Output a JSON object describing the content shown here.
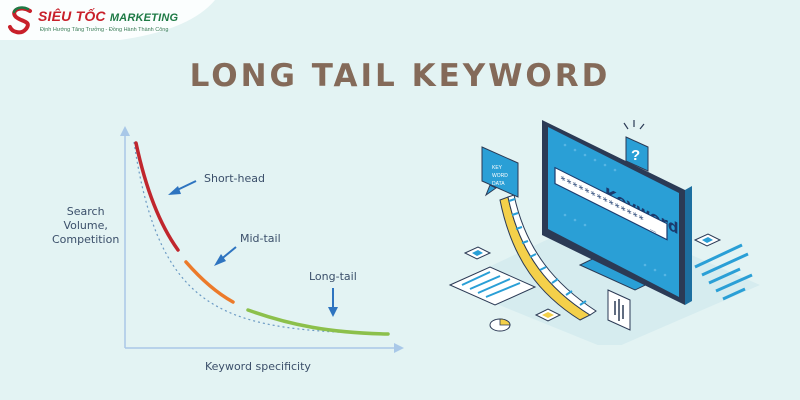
{
  "logo": {
    "brand_part1": "SIÊU TỐC",
    "brand_part2": "MARKETING",
    "tagline": "Định Hướng Tăng Trưởng - Đồng Hành Thành Công"
  },
  "headline": "LONG TAIL KEYWORD",
  "diagram": {
    "y_axis_label": [
      "Search",
      "Volume,",
      "Competition"
    ],
    "x_axis_label": "Keyword specificity",
    "segments": [
      {
        "name": "Short-head",
        "color": "#c0262d"
      },
      {
        "name": "Mid-tail",
        "color": "#ec7a2a"
      },
      {
        "name": "Long-tail",
        "color": "#8cc04b"
      }
    ]
  },
  "illustration": {
    "screen_text": "Keyword",
    "password_text": "************** _",
    "bubble_text": [
      "KEY",
      "WORD",
      "DATA"
    ],
    "accent_color": "#2a9fd6"
  }
}
